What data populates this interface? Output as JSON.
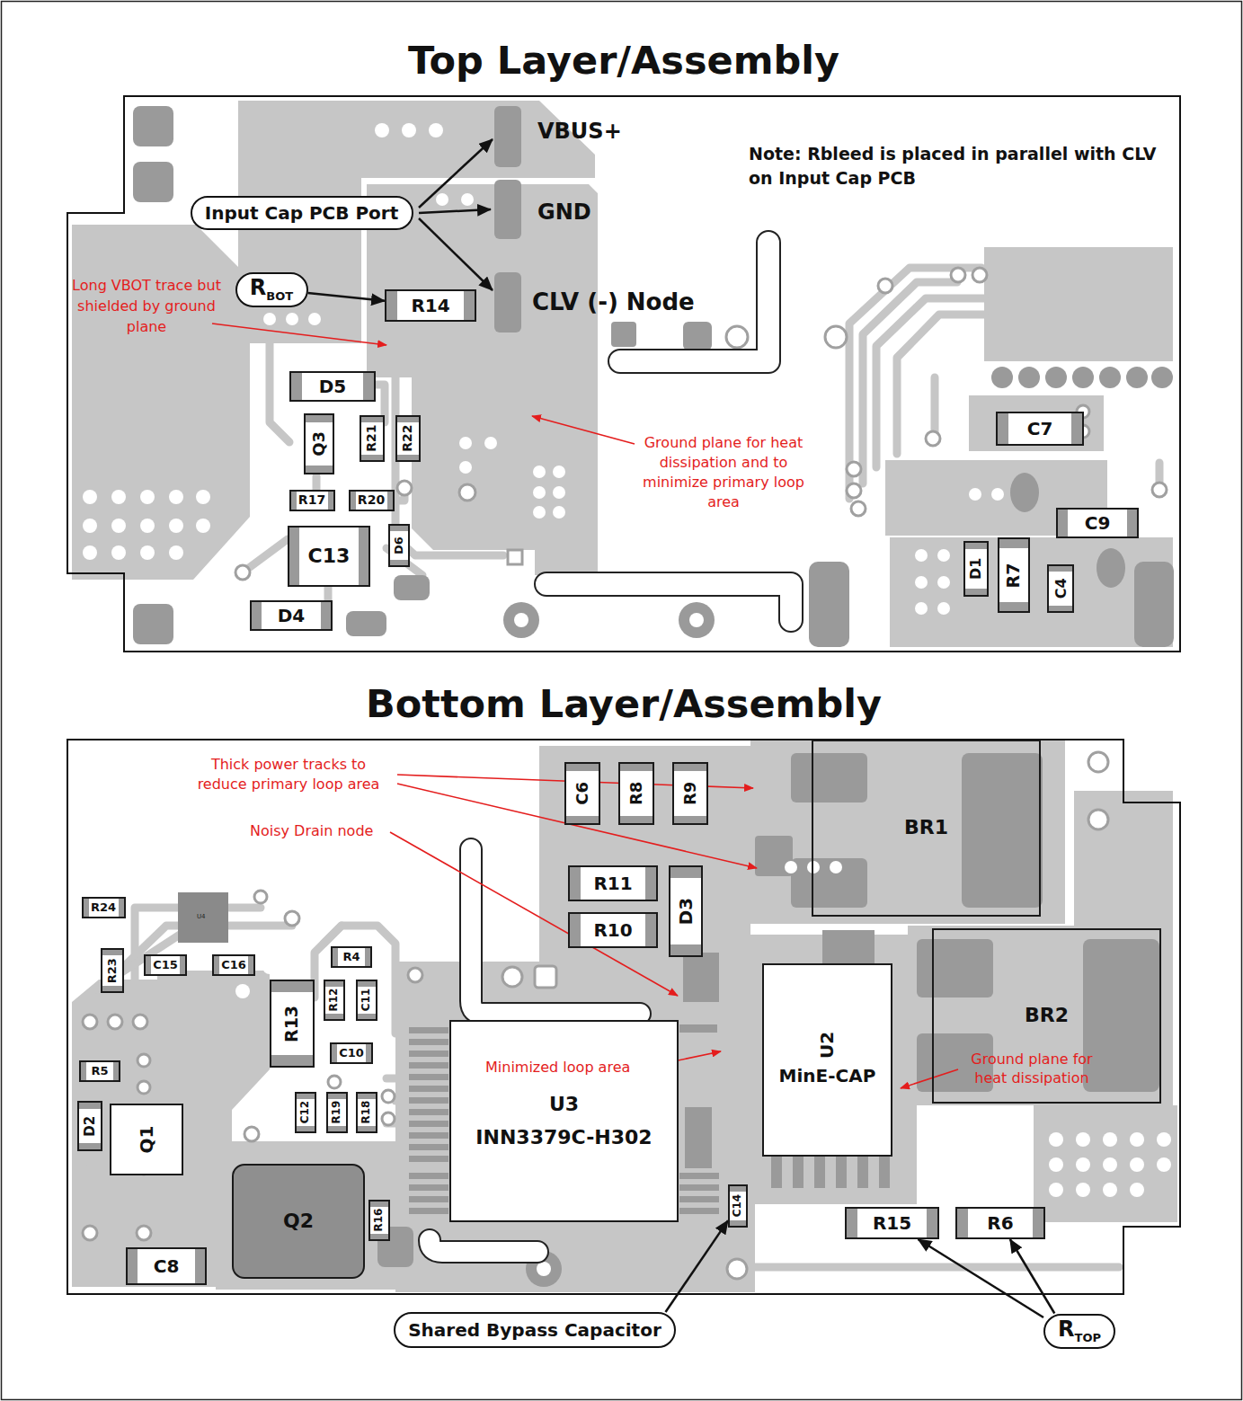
{
  "diagram": {
    "nodes": [
      {
        "text": [
          "Top Layer/Assembly"
        ]
      },
      {
        "text": [
          "Input Cap PCB Port"
        ],
        "in": 0
      },
      {
        "text": [
          "R",
          "BOT"
        ],
        "in": 0
      },
      {
        "text": [
          "R14"
        ],
        "in": 0
      },
      {
        "text": [
          "D5"
        ],
        "in": 0
      },
      {
        "text": [
          "Q3"
        ],
        "in": 0
      },
      {
        "text": [
          "R21"
        ],
        "in": 0
      },
      {
        "text": [
          "R22"
        ],
        "in": 0
      },
      {
        "text": [
          "R17"
        ],
        "in": 0
      },
      {
        "text": [
          "R20"
        ],
        "in": 0
      },
      {
        "text": [
          "C13"
        ],
        "in": 0
      },
      {
        "text": [
          "D6"
        ],
        "in": 0
      },
      {
        "text": [
          "D4"
        ],
        "in": 0
      },
      {
        "text": [
          "C7"
        ],
        "in": 0
      },
      {
        "text": [
          "C9"
        ],
        "in": 0
      },
      {
        "text": [
          "D1"
        ],
        "in": 0
      },
      {
        "text": [
          "R7"
        ],
        "in": 0
      },
      {
        "text": [
          "C4"
        ],
        "in": 0
      },
      {
        "text": [
          "Bottom Layer/Assembly"
        ]
      },
      {
        "text": [
          "C6"
        ],
        "in": 18
      },
      {
        "text": [
          "R8"
        ],
        "in": 18
      },
      {
        "text": [
          "R9"
        ],
        "in": 18
      },
      {
        "text": [
          "BR1"
        ],
        "in": 18
      },
      {
        "text": [
          "R11"
        ],
        "in": 18
      },
      {
        "text": [
          "R10"
        ],
        "in": 18
      },
      {
        "text": [
          "D3"
        ],
        "in": 18
      },
      {
        "text": [
          "R24"
        ],
        "in": 18
      },
      {
        "text": [
          "R23"
        ],
        "in": 18
      },
      {
        "text": [
          "C15"
        ],
        "in": 18
      },
      {
        "text": [
          "C16"
        ],
        "in": 18
      },
      {
        "text": [
          "R4"
        ],
        "in": 18
      },
      {
        "text": [
          "R13"
        ],
        "in": 18
      },
      {
        "text": [
          "R12"
        ],
        "in": 18
      },
      {
        "text": [
          "C11"
        ],
        "in": 18
      },
      {
        "text": [
          "C10"
        ],
        "in": 18
      },
      {
        "text": [
          "R5"
        ],
        "in": 18
      },
      {
        "text": [
          "C12"
        ],
        "in": 18
      },
      {
        "text": [
          "R19"
        ],
        "in": 18
      },
      {
        "text": [
          "R18"
        ],
        "in": 18
      },
      {
        "text": [
          "D2"
        ],
        "in": 18
      },
      {
        "text": [
          "Q1"
        ],
        "in": 18
      },
      {
        "text": [
          "Q2"
        ],
        "in": 18
      },
      {
        "text": [
          "R16"
        ],
        "in": 18
      },
      {
        "text": [
          "C8"
        ],
        "in": 18
      },
      {
        "text": [
          "U3",
          "INN3379C-H302"
        ],
        "in": 18
      },
      {
        "text": [
          "C14"
        ],
        "in": 18
      },
      {
        "text": [
          "U2",
          "MinE-CAP"
        ],
        "in": 18
      },
      {
        "text": [
          "BR2"
        ],
        "in": 18
      },
      {
        "text": [
          "R15"
        ],
        "in": 18
      },
      {
        "text": [
          "R6"
        ],
        "in": 18
      },
      {
        "text": [
          "Shared Bypass Capacitor"
        ]
      },
      {
        "text": [
          "R",
          "TOP"
        ]
      }
    ],
    "edges": [
      {
        "from": 2,
        "to": 3,
        "arrow": "to"
      },
      {
        "from": 50,
        "to": 45,
        "arrow": "to"
      },
      {
        "from": 51,
        "to": 48,
        "arrow": "to"
      },
      {
        "from": 51,
        "to": 49,
        "arrow": "to"
      }
    ],
    "labels": [
      "VBUS+",
      "GND",
      "CLV (-) Node",
      "Note: Rbleed is placed in parallel with CLV on Input Cap PCB",
      "Long VBOT trace but shielded by ground plane",
      "Ground plane for heat dissipation and to minimize primary loop area",
      "Thick power tracks to reduce primary loop area",
      "Noisy Drain node",
      "Minimized loop area",
      "Ground plane for heat dissipation",
      "U4"
    ]
  }
}
